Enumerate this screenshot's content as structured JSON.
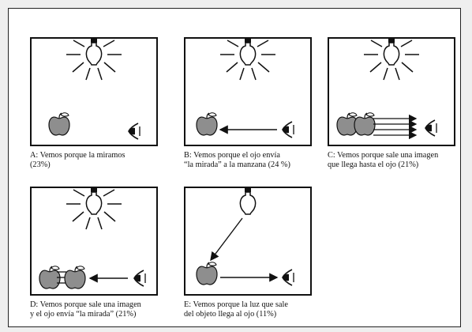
{
  "figure": {
    "panels": [
      {
        "id": "A",
        "caption": "A: Vemos porque la miramos\n(23%)"
      },
      {
        "id": "B",
        "caption": "B: Vemos porque el ojo envía\n“la mirada” a la manzana (24 %)"
      },
      {
        "id": "C",
        "caption": "C: Vemos porque sale una imagen\nque llega hasta el ojo (21%)"
      },
      {
        "id": "D",
        "caption": "D: Vemos porque sale una imagen\ny el ojo envía “la mirada” (21%)"
      },
      {
        "id": "E",
        "caption": "E: Vemos porque la luz que sale\ndel objeto llega al ojo (11%)"
      }
    ],
    "icons": {
      "light": "light-bulb-icon",
      "apple": "apple-icon",
      "eye": "eye-icon"
    },
    "colors": {
      "apple": "#8e8e8e",
      "line": "#111111"
    }
  }
}
